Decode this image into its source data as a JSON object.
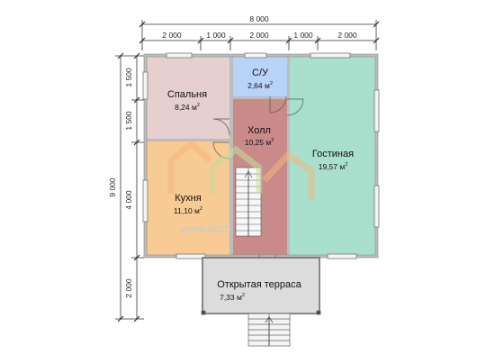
{
  "dimensions": {
    "top_total": "8 000",
    "top_segments": [
      "2 000",
      "1 000",
      "2 000",
      "1 000",
      "2 000"
    ],
    "left_total": "9 000",
    "left_segments": [
      "1 500",
      "1 500",
      "4 000",
      "2 000"
    ]
  },
  "rooms": {
    "bedroom": {
      "name": "Спальня",
      "area": "8,24 м",
      "color": "#e6cfcf"
    },
    "bathroom": {
      "name": "С/У",
      "area": "2,64 м",
      "color": "#b7d3f7"
    },
    "hall": {
      "name": "Холл",
      "area": "10,25 м",
      "color": "#c98a8a"
    },
    "living": {
      "name": "Гостиная",
      "area": "19,57 м",
      "color": "#a8dfcd"
    },
    "kitchen": {
      "name": "Кухня",
      "area": "11,10 м",
      "color": "#f8ca94"
    },
    "terrace": {
      "name": "Открытая терраса",
      "area": "7,33 м",
      "color": "#dcdcdc"
    }
  },
  "area_unit_exponent": "2",
  "watermark": "www.dom"
}
